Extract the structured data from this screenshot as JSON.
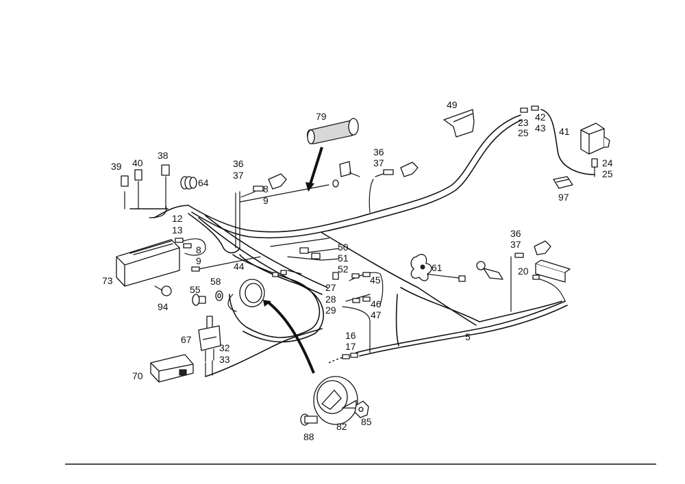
{
  "diagram": {
    "labels": {
      "l79": "79",
      "l49": "49",
      "l23": "23",
      "l25a": "25",
      "l42": "42",
      "l43": "43",
      "l41": "41",
      "l24": "24",
      "l25b": "25",
      "l97": "97",
      "l36a": "36",
      "l37a": "37",
      "l36b": "36",
      "l37b": "37",
      "l8a": "8",
      "l9a": "9",
      "l39": "39",
      "l40": "40",
      "l38": "38",
      "l64": "64",
      "l12": "12",
      "l13": "13",
      "l8b": "8",
      "l9b": "9",
      "l73": "73",
      "l94": "94",
      "l44": "44",
      "l55": "55",
      "l58": "58",
      "l50": "50",
      "l51": "51",
      "l52": "52",
      "l45": "45",
      "l27": "27",
      "l28": "28",
      "l29": "29",
      "l46": "46",
      "l47": "47",
      "l61": "61",
      "l36c": "36",
      "l37c": "37",
      "l20": "20",
      "l5": "5",
      "l67": "67",
      "l32": "32",
      "l33": "33",
      "l16": "16",
      "l17": "17",
      "l70": "70",
      "l88": "88",
      "l82": "82",
      "l85": "85"
    }
  }
}
